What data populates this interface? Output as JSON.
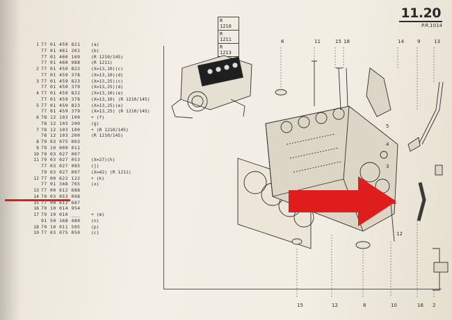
{
  "header": {
    "section_number": "11.20",
    "section_ref": "P.R.1014"
  },
  "models": [
    "R 1210",
    "R 1211",
    "R 1213"
  ],
  "parts_list": [
    {
      "ref": "1",
      "number": "77 01 459 821",
      "note": "(a)"
    },
    {
      "ref": "",
      "number": "77 01 461 201",
      "note": "(b)"
    },
    {
      "ref": "",
      "number": "77 01 460 169",
      "note": "(R 1210/145)"
    },
    {
      "ref": "",
      "number": "77 01 460 988",
      "note": "(R 1211)"
    },
    {
      "ref": "2",
      "number": "77 01 459 822",
      "note": "(X=13,10)(c)"
    },
    {
      "ref": "",
      "number": "77 01 459 378",
      "note": "(X=13,10)(d)"
    },
    {
      "ref": "3",
      "number": "77 01 459 823",
      "note": "(X=13,25)(c)"
    },
    {
      "ref": "",
      "number": "77 01 459 379",
      "note": "(X=13,25)(d)"
    },
    {
      "ref": "4",
      "number": "77 01 459 822",
      "note": "(X=13,10)(e)"
    },
    {
      "ref": "",
      "number": "77 01 459 378",
      "note": "(X=13,10) (R 1210/145)"
    },
    {
      "ref": "5",
      "number": "77 01 459 823",
      "note": "(X=13,25)(e)"
    },
    {
      "ref": "",
      "number": "77 01 459 379",
      "note": "(X=13,25) (R 1210/145)"
    },
    {
      "ref": "6",
      "number": "78 12 103 100",
      "note": "+ (f)"
    },
    {
      "ref": "",
      "number": "78 12 103 200",
      "note": "(g)"
    },
    {
      "ref": "7",
      "number": "78 12 103 100",
      "note": "+ (R 1210/145)"
    },
    {
      "ref": "",
      "number": "78 12 103 200",
      "note": "(R 1210/145)"
    },
    {
      "ref": "8",
      "number": "79 03 075 003",
      "note": ""
    },
    {
      "ref": "9",
      "number": "79 10 009 011",
      "note": ""
    },
    {
      "ref": "10",
      "number": "79 03 027 007",
      "note": ""
    },
    {
      "ref": "11",
      "number": "79 03 027 053",
      "note": "(X=27)(h)"
    },
    {
      "ref": "",
      "number": "77 03 027 085",
      "note": "(j)"
    },
    {
      "ref": "",
      "number": "79 03 027 007",
      "note": "(X=42) (R 1211)"
    },
    {
      "ref": "12",
      "number": "77 00 622 122",
      "note": "+ (k)"
    },
    {
      "ref": "",
      "number": "77 01 348 765",
      "note": "(x)"
    },
    {
      "ref": "13",
      "number": "77 00 612 688",
      "note": ""
    },
    {
      "ref": "14",
      "number": "79 03 053 098",
      "note": ""
    },
    {
      "ref": "15",
      "number": "77 00 612 687",
      "note": ""
    },
    {
      "ref": "16",
      "number": "79 10 014 954",
      "note": ""
    },
    {
      "ref": "17",
      "number": "79 10 010 ___",
      "note": "+ (m)"
    },
    {
      "ref": "",
      "number": "91 50 168 480",
      "note": "(n)"
    },
    {
      "ref": "18",
      "number": "79 10 011 595",
      "note": "(p)"
    },
    {
      "ref": "19",
      "number": "77 03 075 050",
      "note": "(c)"
    }
  ],
  "callouts_top": [
    "6",
    "11",
    "15",
    "18",
    "14",
    "9",
    "13"
  ],
  "callouts_bottom": [
    "15",
    "12",
    "8",
    "10",
    "16",
    "2"
  ],
  "callouts_side": [
    "5",
    "4",
    "3",
    "12"
  ],
  "colors": {
    "highlight": "#e01d1d",
    "ink": "#2a2a2a",
    "paper": "#f2eee4"
  }
}
